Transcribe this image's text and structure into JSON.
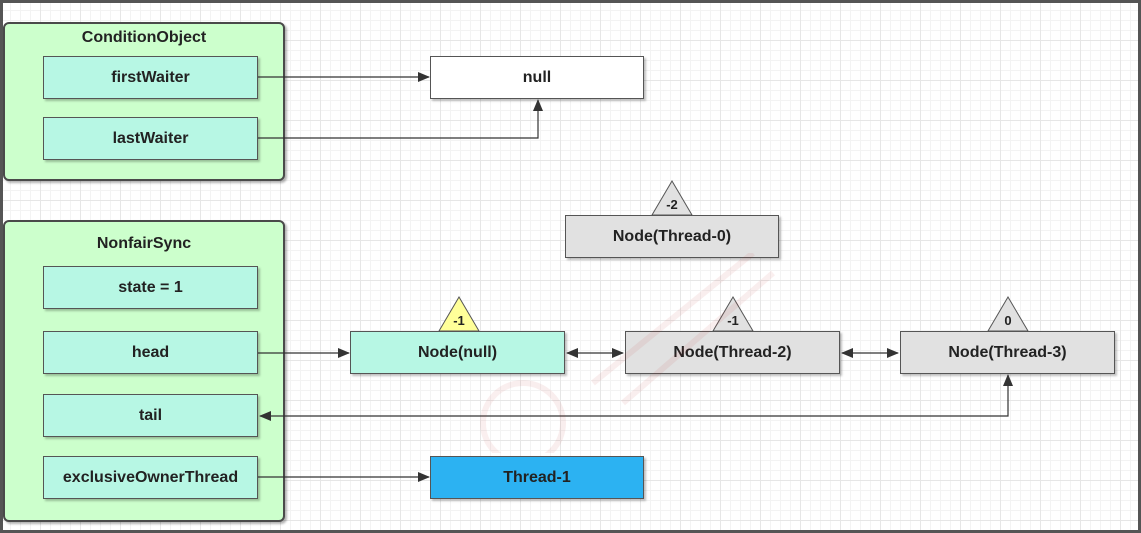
{
  "condition_object": {
    "title": "ConditionObject",
    "first_waiter": "firstWaiter",
    "last_waiter": "lastWaiter"
  },
  "nonfair_sync": {
    "title": "NonfairSync",
    "state": "state = 1",
    "head": "head",
    "tail": "tail",
    "exclusive_owner_thread": "exclusiveOwnerThread"
  },
  "null_box": "null",
  "nodes": {
    "thread0": {
      "label": "Node(Thread-0)",
      "status": "-2"
    },
    "null_node": {
      "label": "Node(null)",
      "status": "-1"
    },
    "thread2": {
      "label": "Node(Thread-2)",
      "status": "-1"
    },
    "thread3": {
      "label": "Node(Thread-3)",
      "status": "0"
    }
  },
  "owner_thread": "Thread-1",
  "colors": {
    "panel": "#ccffcc",
    "field": "#b7f7e4",
    "gray_node": "#e1e1e1",
    "owner": "#2cb2f2",
    "status_yellow": "#ffff99",
    "status_gray": "#e1e1e1"
  }
}
